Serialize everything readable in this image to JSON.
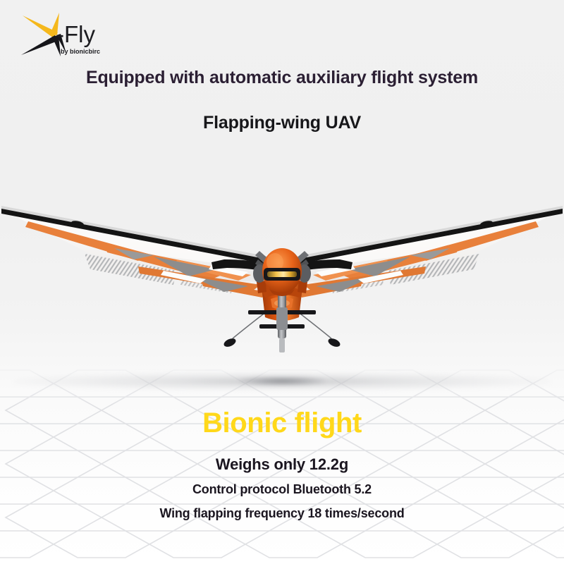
{
  "brand": {
    "logo_icon": "x-fly-star-logo-icon",
    "name": "-Fly",
    "tagline": "by bionicbirc",
    "mark_color_primary": "#f5b81c",
    "mark_color_secondary": "#16161a"
  },
  "headings": {
    "headline": "Equipped with automatic auxiliary flight system",
    "subheadline": "Flapping-wing UAV",
    "headline_color": "#2b1f33"
  },
  "product": {
    "illustration_name": "flapping-wing-uav-ornithopter",
    "body_color": "#d9540f",
    "wing_membrane_color": "#f6f4f2",
    "wing_accent_color": "#e8803b",
    "wing_detail_color": "#8d8d8d",
    "spar_color": "#141414",
    "visor_glow_color": "#f2c14a"
  },
  "feature": {
    "title": "Bionic flight",
    "title_color": "#ffd81a",
    "specs": [
      "Weighs only 12.2g",
      "Control protocol Bluetooth 5.2",
      "Wing flapping frequency 18 times/second"
    ]
  },
  "background": {
    "base_color": "#f0f0f0",
    "hex_pattern_color": "#e3e4e7",
    "shadow_color": "#7a7c82"
  }
}
